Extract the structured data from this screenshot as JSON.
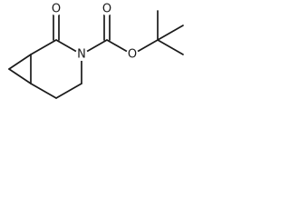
{
  "molecule": {
    "atoms": {
      "ketone_oxygen": "O",
      "ring_nitrogen": "N",
      "ester_carbonyl_oxygen": "O",
      "ester_ether_oxygen": "O"
    },
    "colors": {
      "bond": "#1a1a1a",
      "label": "#1a1a1a",
      "background": "#ffffff"
    }
  }
}
